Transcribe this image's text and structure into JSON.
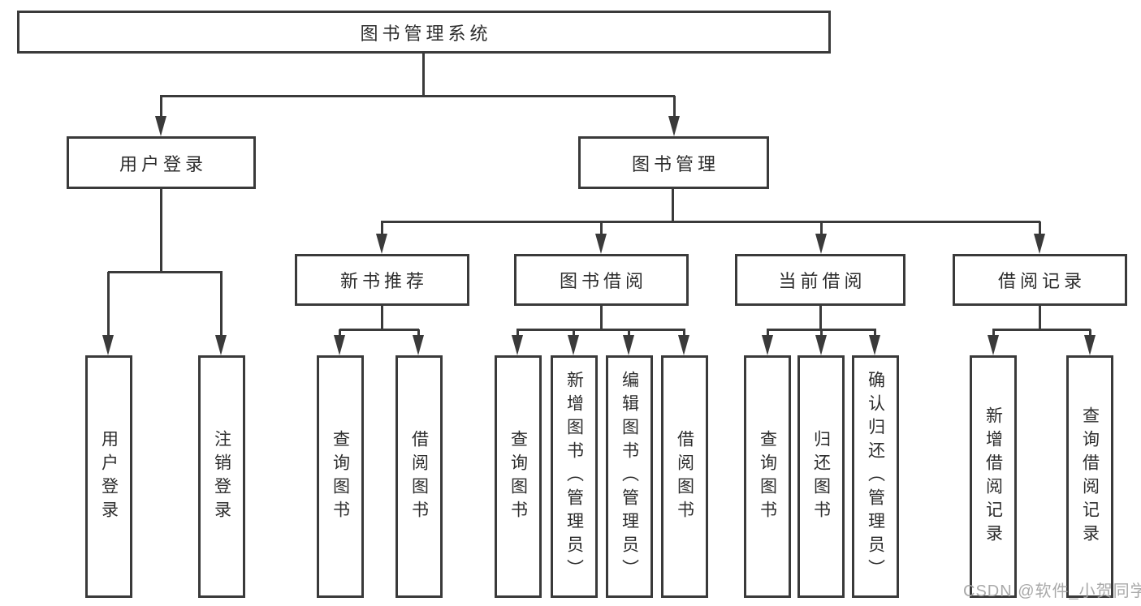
{
  "diagram": {
    "title": "图书管理系统",
    "tree": {
      "label": "图书管理系统",
      "children": [
        {
          "label": "用户登录",
          "children": [
            {
              "label": "用户登录"
            },
            {
              "label": "注销登录"
            }
          ]
        },
        {
          "label": "图书管理",
          "children": [
            {
              "label": "新书推荐",
              "children": [
                {
                  "label": "查询图书"
                },
                {
                  "label": "借阅图书"
                }
              ]
            },
            {
              "label": "图书借阅",
              "children": [
                {
                  "label": "查询图书"
                },
                {
                  "label": "新增图书（管理员）"
                },
                {
                  "label": "编辑图书（管理员）"
                },
                {
                  "label": "借阅图书"
                }
              ]
            },
            {
              "label": "当前借阅",
              "children": [
                {
                  "label": "查询图书"
                },
                {
                  "label": "归还图书"
                },
                {
                  "label": "确认归还（管理员）"
                }
              ]
            },
            {
              "label": "借阅记录",
              "children": [
                {
                  "label": "新增借阅记录"
                },
                {
                  "label": "查询借阅记录"
                }
              ]
            }
          ]
        }
      ]
    },
    "colors": {
      "line": "#3a3a3a",
      "text": "#2d2d2d",
      "background": "#ffffff",
      "watermark_text": "#a4a4a4"
    }
  },
  "watermark": {
    "text": "CSDN @软件_小贺同学"
  }
}
